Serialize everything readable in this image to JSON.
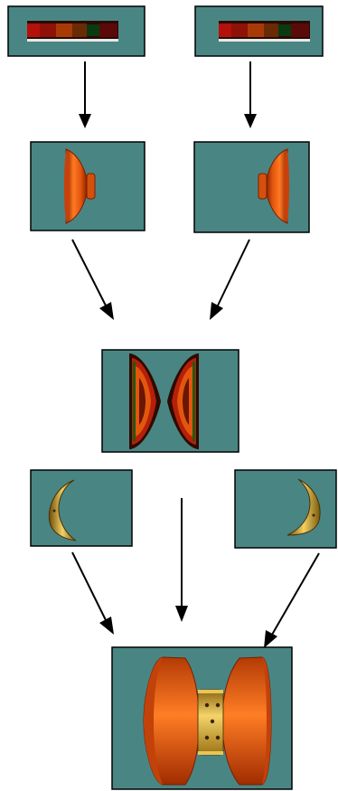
{
  "colors": {
    "panel_teal": "#498683",
    "orange_dark": "#a02c00",
    "orange_mid": "#e25b10",
    "orange_light": "#ff8a3a",
    "gold": "#c89b1c",
    "gold_light": "#f1d165",
    "outline": "#000000"
  },
  "panels": [
    {
      "id": "texture-left",
      "shows": "texture-strip-icon"
    },
    {
      "id": "texture-right",
      "shows": "texture-strip-icon"
    },
    {
      "id": "half-left",
      "shows": "yoyo-half-icon"
    },
    {
      "id": "half-right",
      "shows": "yoyo-half-icon"
    },
    {
      "id": "combined",
      "shows": "merged-yoyo-halves-icon"
    },
    {
      "id": "ring-left",
      "shows": "crescent-ring-icon"
    },
    {
      "id": "ring-right",
      "shows": "crescent-ring-icon"
    },
    {
      "id": "final",
      "shows": "assembled-yoyo-icon"
    }
  ],
  "arrows": [
    {
      "from": "texture-left",
      "to": "half-left"
    },
    {
      "from": "texture-right",
      "to": "half-right"
    },
    {
      "from": "half-left",
      "to": "combined"
    },
    {
      "from": "half-right",
      "to": "combined"
    },
    {
      "from": "ring-left",
      "to": "final"
    },
    {
      "from": "combined",
      "to": "final"
    },
    {
      "from": "ring-right",
      "to": "final"
    }
  ]
}
